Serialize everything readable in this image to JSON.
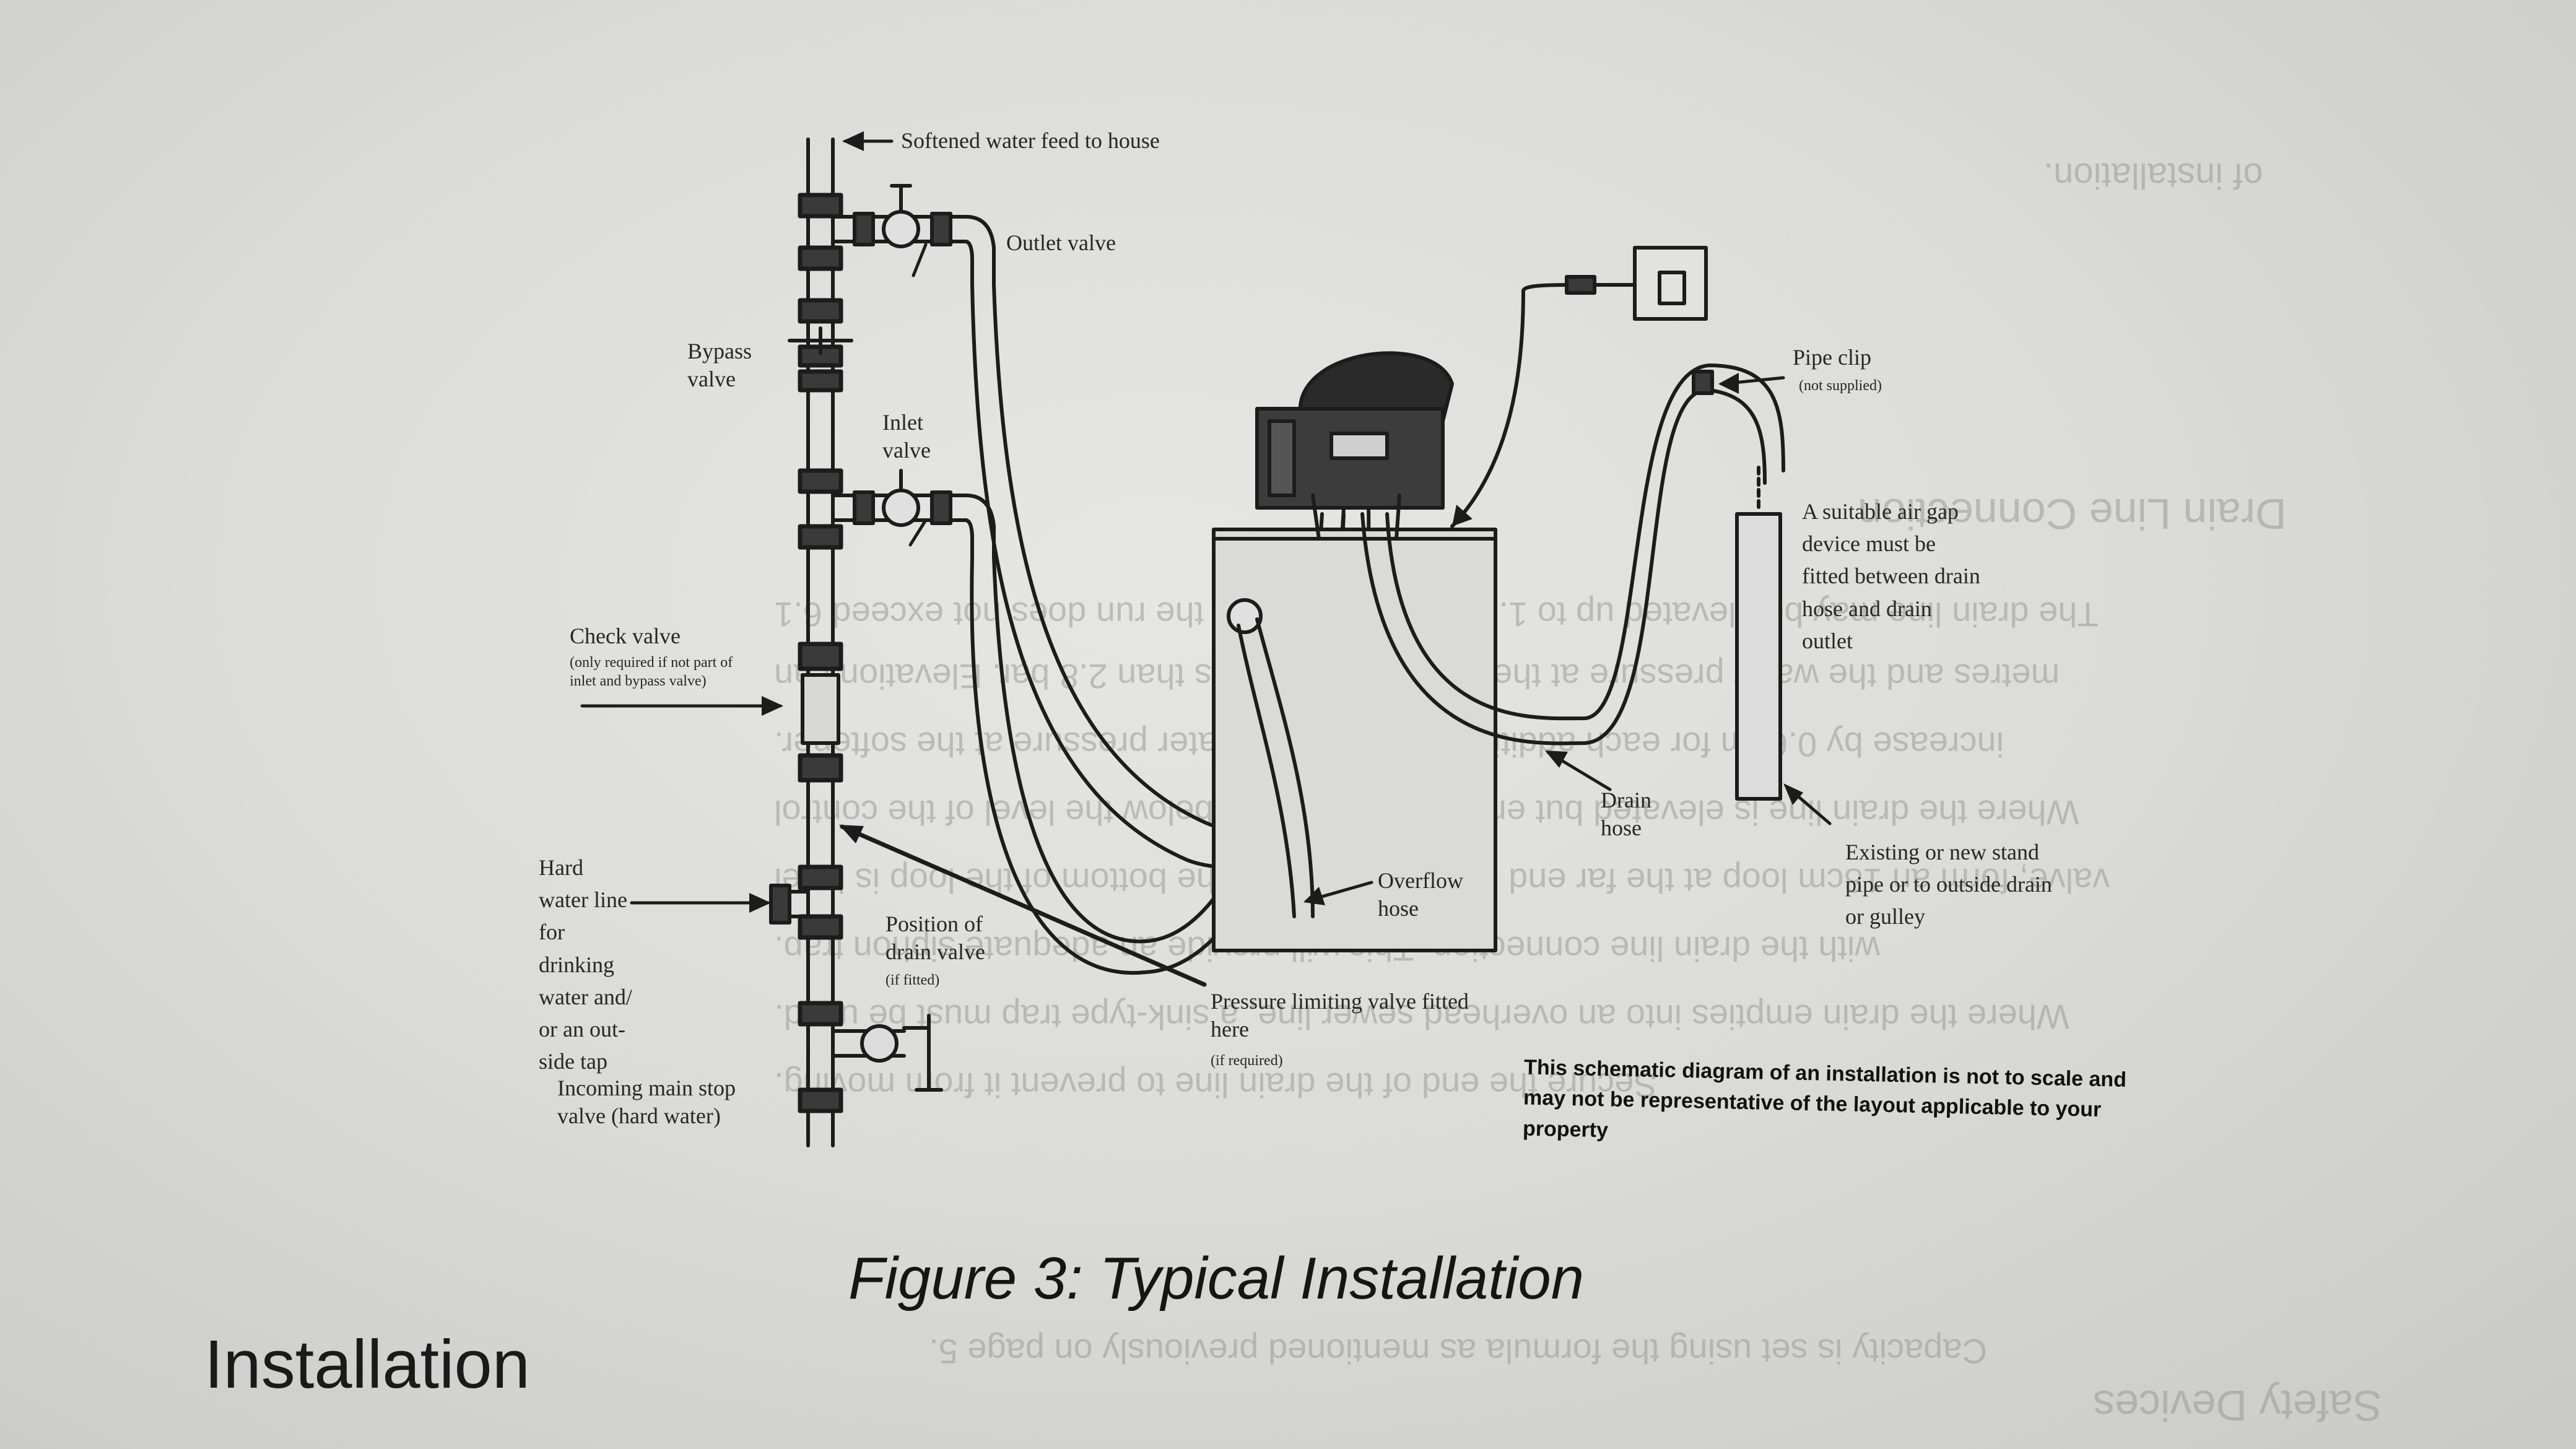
{
  "figure": {
    "caption": "Figure 3: Typical Installation",
    "note": "This schematic diagram of an installation is not to scale and may not be representative of the layout applicable to your property"
  },
  "section_title": "Installation",
  "labels": {
    "softened_feed": "Softened water feed to house",
    "outlet_valve": "Outlet valve",
    "bypass_valve": "Bypass valve",
    "inlet_valve": "Inlet valve",
    "check_valve": "Check valve",
    "check_valve_note": "(only required if not part of inlet and bypass valve)",
    "hard_water_line": "Hard water line for drinking water and/ or an out- side tap",
    "drain_valve": "Position of drain valve",
    "drain_valve_note": "(if fitted)",
    "incoming_stop": "Incoming main stop valve (hard water)",
    "pressure_valve": "Pressure limiting valve fitted here",
    "pressure_valve_note": "(if required)",
    "overflow_hose": "Overflow hose",
    "drain_hose": "Drain hose",
    "pipe_clip": "Pipe clip",
    "pipe_clip_note": "(not supplied)",
    "air_gap": "A suitable air gap device must be fitted between drain hose and drain outlet",
    "stand_pipe": "Existing or new stand pipe or to outside drain or gulley"
  },
  "reverse_side": {
    "heading_1": "Drain Line Connection",
    "heading_2": "Safety Devices",
    "lines": [
      "of installation.",
      "The drain line may be elevated up to 1.8 metres providing the run does not exceed 6.1",
      "metres and the water pressure at the softener is not less than 2.8 bar. Elevation can",
      "increase by 0.61m for each additional 0.69 bar of water pressure at the softener.",
      "Where the drain line is elevated but empties into a drain below the level of the control",
      "valve, form an 18cm loop at the far end of the line so that the bottom of the loop is level",
      "with the drain line connection. This will provide an adequate siphon trap.",
      "Where the drain empties into an overhead sewer line, a sink-type trap must be used.",
      "Secure the end of the drain line to prevent it from moving.",
      "Capacity is set using the formula as mentioned previously on page 5."
    ]
  }
}
